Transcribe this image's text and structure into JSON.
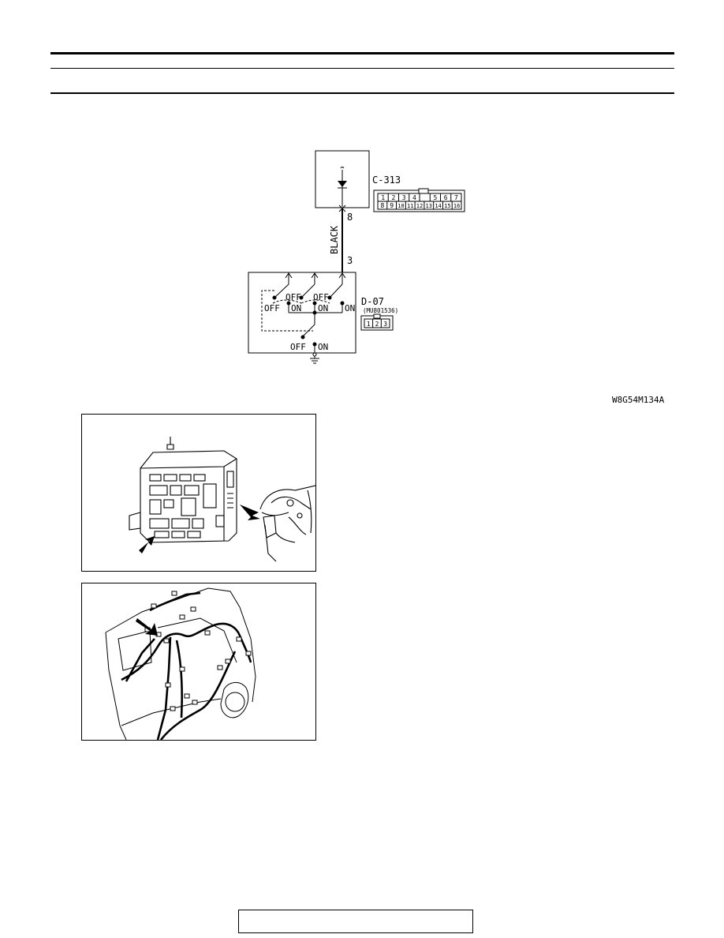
{
  "diagram": {
    "connector_top": {
      "id": "C-313",
      "pins_row1": [
        "1",
        "2",
        "3",
        "4",
        "",
        "5",
        "6",
        "7"
      ],
      "pins_row2": [
        "8",
        "9",
        "10",
        "11",
        "12",
        "13",
        "14",
        "15",
        "16"
      ]
    },
    "wire": {
      "color": "BLACK",
      "pin_top": "8",
      "pin_bottom": "3"
    },
    "connector_bottom": {
      "id": "D-07",
      "part_no": "(MU801536)",
      "pins": [
        "1",
        "2",
        "3"
      ]
    },
    "switch_labels": {
      "off": "OFF",
      "on": "ON"
    },
    "figure_code": "W8G54M134A"
  }
}
